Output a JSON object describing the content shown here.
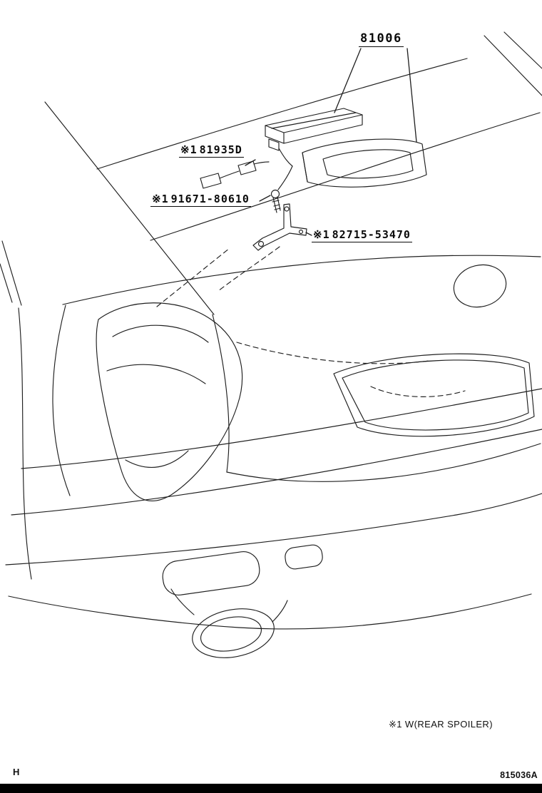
{
  "parts": {
    "lamp": {
      "number": "81006"
    },
    "harness": {
      "prefix": "※1",
      "number": "81935D"
    },
    "screw": {
      "prefix": "※1",
      "number": "91671-80610"
    },
    "bracket": {
      "prefix": "※1",
      "number": "82715-53470"
    }
  },
  "footer": {
    "footnote": "※1 W(REAR SPOILER)",
    "figure_code": "815036A",
    "page_marker": "H"
  },
  "colors": {
    "background": "#ffffff",
    "line": "#1f1f1f",
    "footer_bar": "#000000"
  }
}
